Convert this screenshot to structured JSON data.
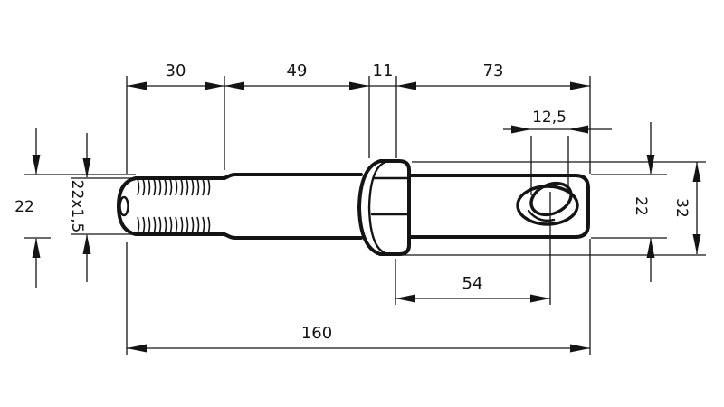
{
  "drawing_type": "technical-drawing-pin",
  "colors": {
    "line": "#141414",
    "background": "#ffffff"
  },
  "labels": {
    "len30": "30",
    "len49": "49",
    "len11": "11",
    "len73": "73",
    "hole_width": "12,5",
    "len54": "54",
    "len160": "160",
    "dia_left": "22",
    "thread_spec": "22x1,5",
    "dia_right": "22",
    "dia_collar": "32"
  }
}
